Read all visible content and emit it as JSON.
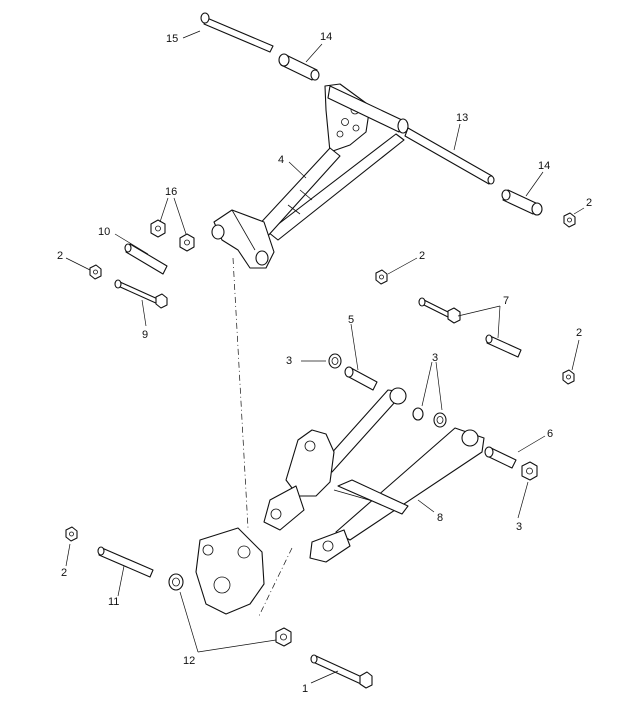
{
  "callouts": [
    {
      "id": "c15",
      "text": "15"
    },
    {
      "id": "c14a",
      "text": "14"
    },
    {
      "id": "c13",
      "text": "13"
    },
    {
      "id": "c4",
      "text": "4"
    },
    {
      "id": "c14b",
      "text": "14"
    },
    {
      "id": "c16",
      "text": "16"
    },
    {
      "id": "c2a",
      "text": "2"
    },
    {
      "id": "c10",
      "text": "10"
    },
    {
      "id": "c2b",
      "text": "2"
    },
    {
      "id": "c2c",
      "text": "2"
    },
    {
      "id": "c9",
      "text": "9"
    },
    {
      "id": "c7",
      "text": "7"
    },
    {
      "id": "c5",
      "text": "5"
    },
    {
      "id": "c2d",
      "text": "2"
    },
    {
      "id": "c3a",
      "text": "3"
    },
    {
      "id": "c3b",
      "text": "3"
    },
    {
      "id": "c6",
      "text": "6"
    },
    {
      "id": "c8",
      "text": "8"
    },
    {
      "id": "c3c",
      "text": "3"
    },
    {
      "id": "c2e",
      "text": "2"
    },
    {
      "id": "c11",
      "text": "11"
    },
    {
      "id": "c12",
      "text": "12"
    },
    {
      "id": "c1",
      "text": "1"
    }
  ]
}
